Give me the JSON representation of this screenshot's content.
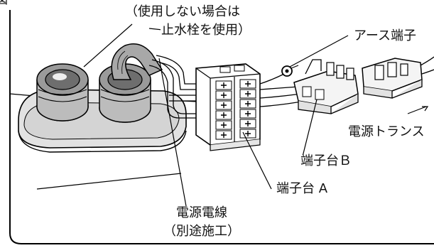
{
  "figure": {
    "corner_mark": "図",
    "labels": {
      "stopcock_note_line1": "（使用しない場合は",
      "stopcock_note_line2": "止水栓を使用）",
      "earth_terminal": "アース端子",
      "power_transformer": "電源トランス",
      "terminal_block_b": "端子台Ｂ",
      "terminal_block_a": "端子台 A",
      "power_cable_line1": "電源電線",
      "power_cable_line2": "（別途施工）"
    }
  }
}
